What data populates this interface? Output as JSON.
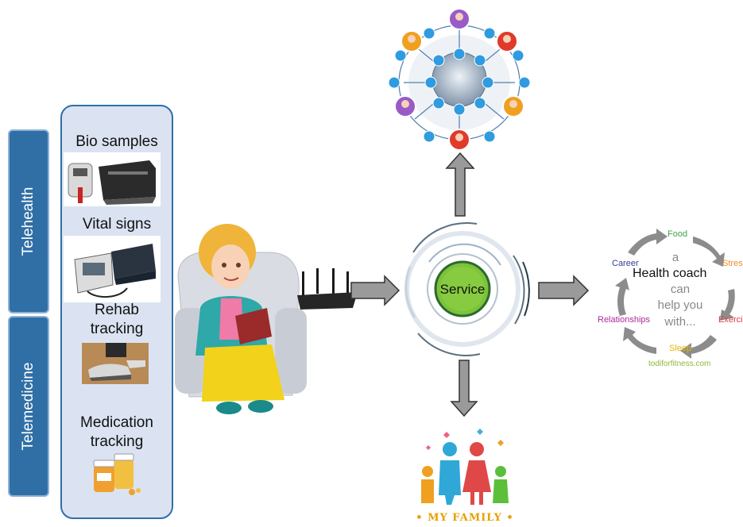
{
  "telehealth_label": "Telehealth",
  "telemedicine_label": "Telemedicine",
  "items": {
    "bio_samples": "Bio samples",
    "vital_signs": "Vital signs",
    "rehab_line1": "Rehab",
    "rehab_line2": "tracking",
    "medication_line1": "Medication",
    "medication_line2": "tracking"
  },
  "service_label": "Service",
  "health_coach": {
    "a": "a",
    "title": "Health coach",
    "can": "can",
    "help_you": "help you",
    "with": "with...",
    "food": "Food",
    "stress": "Stres",
    "exercise": "Exerci",
    "sleep": "Sleep",
    "relationships": "Relationships",
    "career": "Career",
    "website": "todiforfitness.com"
  },
  "family_label": "• MY FAMILY •",
  "colors": {
    "tab_blue": "#2f6fa6",
    "panel_bg": "#dbe3f2",
    "service_green": "#7cc23a",
    "arrow_fill": "#9a9a9a",
    "food": "#3aa34a",
    "stress": "#f28c28",
    "exercise": "#e03a3a",
    "sleep": "#e6b800",
    "relationships": "#b0289a",
    "career": "#3a3a9a",
    "website": "#8cb83a",
    "family_text": "#e6a000"
  }
}
